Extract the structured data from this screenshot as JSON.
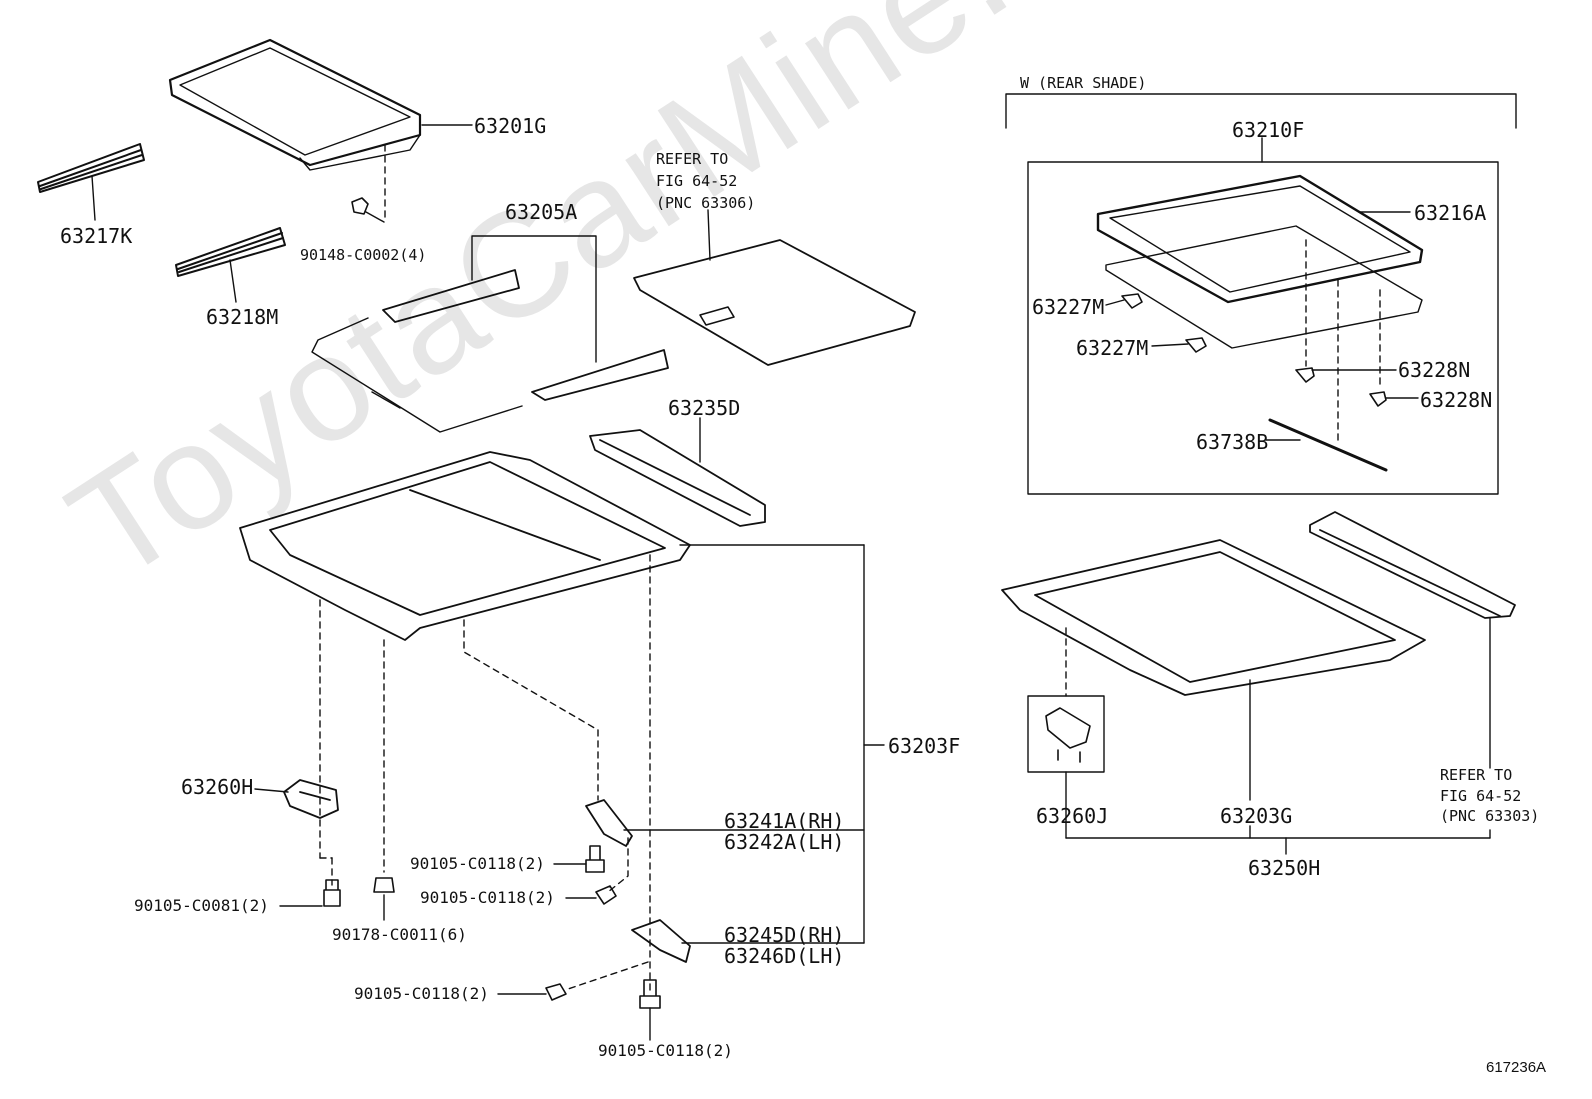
{
  "watermark": "ToyotaCarMine.ru",
  "figure_id": "617236A",
  "rear_shade_header": "W (REAR SHADE)",
  "refer_upper": {
    "l1": "REFER TO",
    "l2": "FIG 64-52",
    "l3": "(PNC 63306)"
  },
  "refer_lower": {
    "l1": "REFER TO",
    "l2": "FIG 64-52",
    "l3": "(PNC 63303)"
  },
  "parts": {
    "p63201G": "63201G",
    "p63217K": "63217K",
    "p63218M": "63218M",
    "p90148": "90148-C0002(4)",
    "p63205A": "63205A",
    "p63235D": "63235D",
    "p63203F": "63203F",
    "p63260H": "63260H",
    "p90105_c0081": "90105-C0081(2)",
    "p90178": "90178-C0011(6)",
    "p90105_a": "90105-C0118(2)",
    "p90105_b": "90105-C0118(2)",
    "p90105_c": "90105-C0118(2)",
    "p90105_d": "90105-C0118(2)",
    "p63241A": "63241A(RH)",
    "p63242A": "63242A(LH)",
    "p63245D": "63245D(RH)",
    "p63246D": "63246D(LH)",
    "p63210F": "63210F",
    "p63216A": "63216A",
    "p63227M_a": "63227M",
    "p63227M_b": "63227M",
    "p63228N_a": "63228N",
    "p63228N_b": "63228N",
    "p63738B": "63738B",
    "p63260J": "63260J",
    "p63203G": "63203G",
    "p63250H": "63250H"
  }
}
